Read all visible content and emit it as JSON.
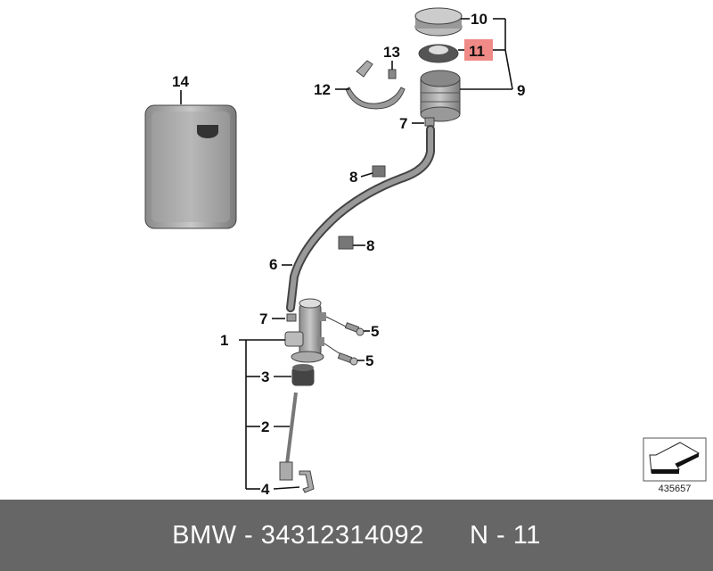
{
  "diagram": {
    "callouts": {
      "c1": "1",
      "c2": "2",
      "c3": "3",
      "c4": "4",
      "c5a": "5",
      "c5b": "5",
      "c6": "6",
      "c7a": "7",
      "c7b": "7",
      "c8a": "8",
      "c8b": "8",
      "c9": "9",
      "c10": "10",
      "c11": "11",
      "c12": "12",
      "c13": "13",
      "c14": "14"
    },
    "highlighted_callout": "11",
    "highlight_color": "#f08a86",
    "diagram_number": "435657"
  },
  "footer": {
    "brand": "BMW",
    "part_number": "34312314092",
    "position": "N - 11",
    "background": "#666666"
  }
}
